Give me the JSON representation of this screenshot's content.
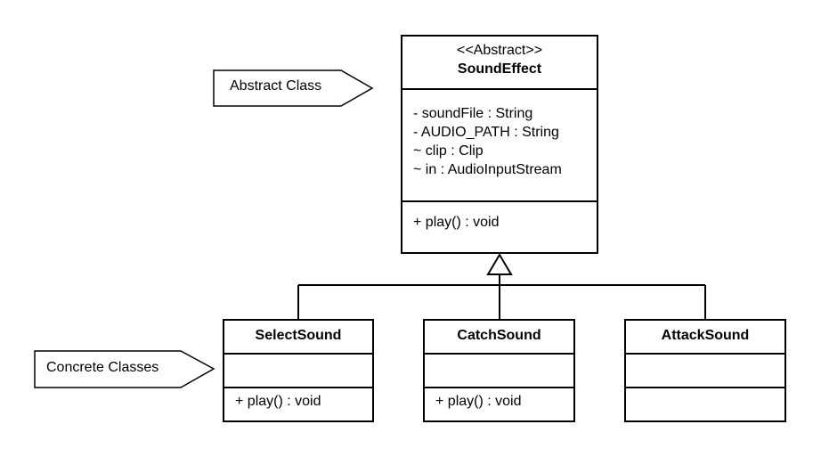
{
  "abstract_class": {
    "stereotype": "<<Abstract>>",
    "name": "SoundEffect",
    "attributes": [
      "- soundFile : String",
      "- AUDIO_PATH : String",
      "~ clip : Clip",
      "~ in : AudioInputStream"
    ],
    "operations": [
      "+ play() : void"
    ]
  },
  "concrete_classes": [
    {
      "name": "SelectSound",
      "operations": [
        "+ play() : void"
      ]
    },
    {
      "name": "CatchSound",
      "operations": [
        "+ play() : void"
      ]
    },
    {
      "name": "AttackSound",
      "operations": []
    }
  ],
  "notes": {
    "abstract_label": "Abstract Class",
    "concrete_label": "Concrete Classes"
  },
  "colors": {
    "stroke": "#000000",
    "background": "#ffffff"
  }
}
